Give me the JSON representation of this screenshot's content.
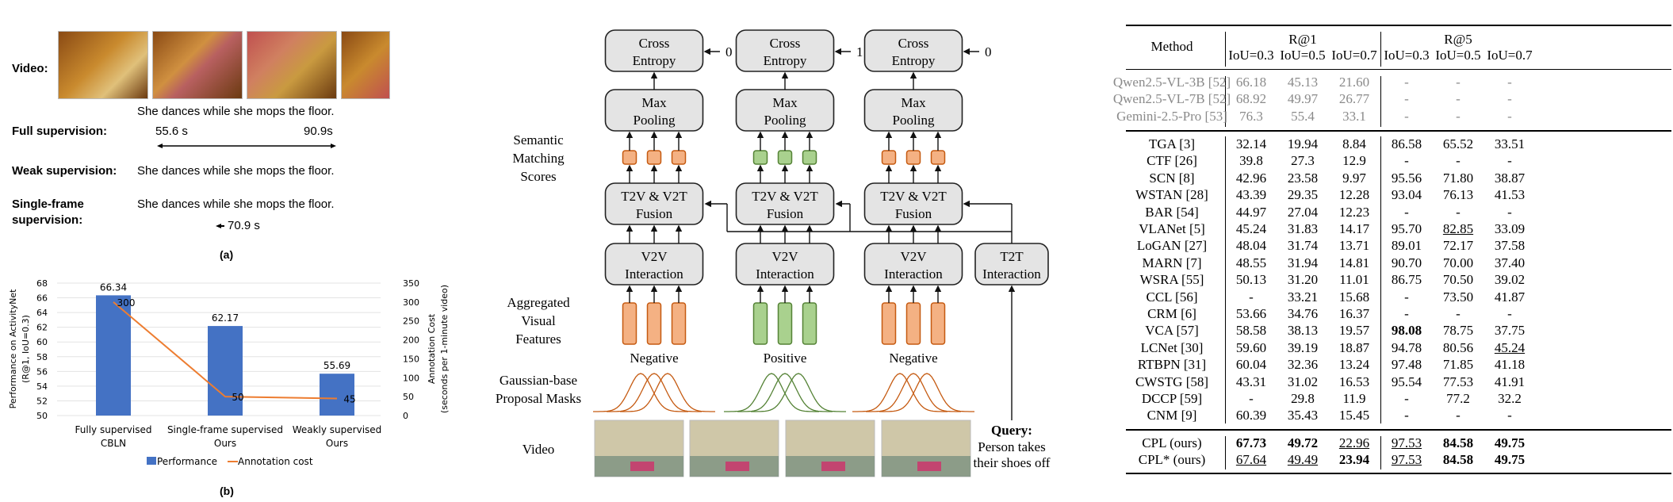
{
  "panel_a": {
    "video_label": "Video:",
    "caption": "She dances while she mops the floor.",
    "full_label": "Full supervision:",
    "full_start": "55.6 s",
    "full_end": "90.9s",
    "weak_label": "Weak supervision:",
    "weak_caption": "She dances while she mops the floor.",
    "single_label_1": "Single-frame",
    "single_label_2": "supervision:",
    "single_caption": "She dances while she mops the floor.",
    "single_time": "70.9 s",
    "sublabel": "(a)"
  },
  "panel_b": {
    "sublabel": "(b)"
  },
  "chart_data": {
    "type": "bar+line",
    "categories": [
      [
        "Fully supervised",
        "CBLN"
      ],
      [
        "Single-frame supervised",
        "Ours"
      ],
      [
        "Weakly supervised",
        "Ours"
      ]
    ],
    "series": [
      {
        "name": "Performance",
        "type": "bar",
        "axis": "left",
        "values": [
          66.34,
          62.17,
          55.69
        ],
        "labels": [
          "66.34",
          "62.17",
          "55.69"
        ],
        "color": "#4472c4"
      },
      {
        "name": "Annotation cost",
        "type": "line",
        "axis": "right",
        "values": [
          300,
          50,
          45
        ],
        "labels": [
          "300",
          "50",
          "45"
        ],
        "color": "#ed7d31"
      }
    ],
    "ylabel_left": [
      "Performance on ActivityNet",
      "(R@1, IoU=0.3)"
    ],
    "ylabel_right": [
      "Annotation Cost",
      "(seconds per 1-minute video)"
    ],
    "ylim_left": [
      50,
      68
    ],
    "yticks_left": [
      "50",
      "52",
      "54",
      "56",
      "58",
      "60",
      "62",
      "64",
      "66",
      "68"
    ],
    "ylim_right": [
      0,
      350
    ],
    "yticks_right": [
      "0",
      "50",
      "100",
      "150",
      "200",
      "250",
      "300",
      "350"
    ],
    "grid": true,
    "legend": "bottom"
  },
  "diagram": {
    "row_labels": {
      "semantic": [
        "Semantic",
        "Matching",
        "Scores"
      ],
      "aggregated": [
        "Aggregated",
        "Visual",
        "Features"
      ],
      "gaussian": [
        "Gaussian-base",
        "Proposal Masks"
      ],
      "video": "Video"
    },
    "columns": [
      {
        "ce": [
          "Cross",
          "Entropy"
        ],
        "target": "0",
        "mp": [
          "Max",
          "Pooling"
        ],
        "fusion": [
          "T2V & V2T",
          "Fusion"
        ],
        "v2v": [
          "V2V",
          "Interaction"
        ],
        "tag": "Negative",
        "fill": "#f4b183",
        "stroke": "#c55a11"
      },
      {
        "ce": [
          "Cross",
          "Entropy"
        ],
        "target": "1",
        "mp": [
          "Max",
          "Pooling"
        ],
        "fusion": [
          "T2V & V2T",
          "Fusion"
        ],
        "v2v": [
          "V2V",
          "Interaction"
        ],
        "tag": "Positive",
        "fill": "#a9d18e",
        "stroke": "#548235"
      },
      {
        "ce": [
          "Cross",
          "Entropy"
        ],
        "target": "0",
        "mp": [
          "Max",
          "Pooling"
        ],
        "fusion": [
          "T2V & V2T",
          "Fusion"
        ],
        "v2v": [
          "V2V",
          "Interaction"
        ],
        "tag": "Negative",
        "fill": "#f4b183",
        "stroke": "#c55a11"
      }
    ],
    "t2t": [
      "T2T",
      "Interaction"
    ],
    "query": {
      "label": "Query:",
      "lines": [
        "Person takes",
        "their shoes off"
      ]
    }
  },
  "table": {
    "method_header": "Method",
    "groups": [
      "R@1",
      "R@5"
    ],
    "subheaders": [
      "IoU=0.3",
      "IoU=0.5",
      "IoU=0.7",
      "IoU=0.3",
      "IoU=0.5",
      "IoU=0.7"
    ],
    "sections": [
      {
        "gray": true,
        "rows": [
          {
            "method": "Qwen2.5-VL-3B [52]",
            "values": [
              "66.18",
              "45.13",
              "21.60",
              "-",
              "-",
              "-"
            ]
          },
          {
            "method": "Qwen2.5-VL-7B [52]",
            "values": [
              "68.92",
              "49.97",
              "26.77",
              "-",
              "-",
              "-"
            ]
          },
          {
            "method": "Gemini-2.5-Pro [53]",
            "values": [
              "76.3",
              "55.4",
              "33.1",
              "-",
              "-",
              "-"
            ]
          }
        ]
      },
      {
        "gray": false,
        "rows": [
          {
            "method": "TGA  [3]",
            "values": [
              "32.14",
              "19.94",
              "8.84",
              "86.58",
              "65.52",
              "33.51"
            ]
          },
          {
            "method": "CTF  [26]",
            "values": [
              "39.8",
              "27.3",
              "12.9",
              "-",
              "-",
              "-"
            ]
          },
          {
            "method": "SCN  [8]",
            "values": [
              "42.96",
              "23.58",
              "9.97",
              "95.56",
              "71.80",
              "38.87"
            ]
          },
          {
            "method": "WSTAN  [28]",
            "values": [
              "43.39",
              "29.35",
              "12.28",
              "93.04",
              "76.13",
              "41.53"
            ]
          },
          {
            "method": "BAR  [54]",
            "values": [
              "44.97",
              "27.04",
              "12.23",
              "-",
              "-",
              "-"
            ]
          },
          {
            "method": "VLANet [5]",
            "values": [
              "45.24",
              "31.83",
              "14.17",
              "95.70",
              "82.85",
              "33.09"
            ],
            "style": [
              "",
              "",
              "",
              "",
              "u",
              ""
            ]
          },
          {
            "method": "LoGAN  [27]",
            "values": [
              "48.04",
              "31.74",
              "13.71",
              "89.01",
              "72.17",
              "37.58"
            ]
          },
          {
            "method": "MARN  [7]",
            "values": [
              "48.55",
              "31.94",
              "14.81",
              "90.70",
              "70.00",
              "37.40"
            ]
          },
          {
            "method": "WSRA  [55]",
            "values": [
              "50.13",
              "31.20",
              "11.01",
              "86.75",
              "70.50",
              "39.02"
            ]
          },
          {
            "method": "CCL  [56]",
            "values": [
              "-",
              "33.21",
              "15.68",
              "-",
              "73.50",
              "41.87"
            ]
          },
          {
            "method": "CRM  [6]",
            "values": [
              "53.66",
              "34.76",
              "16.37",
              "-",
              "-",
              "-"
            ]
          },
          {
            "method": "VCA  [57]",
            "values": [
              "58.58",
              "38.13",
              "19.57",
              "98.08",
              "78.75",
              "37.75"
            ],
            "style": [
              "",
              "",
              "",
              "b",
              "",
              ""
            ]
          },
          {
            "method": "LCNet  [30]",
            "values": [
              "59.60",
              "39.19",
              "18.87",
              "94.78",
              "80.56",
              "45.24"
            ],
            "style": [
              "",
              "",
              "",
              "",
              "",
              "u"
            ]
          },
          {
            "method": "RTBPN  [31]",
            "values": [
              "60.04",
              "32.36",
              "13.24",
              "97.48",
              "71.85",
              "41.18"
            ]
          },
          {
            "method": "CWSTG [58]",
            "values": [
              "43.31",
              "31.02",
              "16.53",
              "95.54",
              "77.53",
              "41.91"
            ]
          },
          {
            "method": "DCCP [59]",
            "values": [
              "-",
              "29.8",
              "11.9",
              "-",
              "77.2",
              "32.2"
            ]
          },
          {
            "method": "CNM  [9]",
            "values": [
              "60.39",
              "35.43",
              "15.45",
              "-",
              "-",
              "-"
            ]
          }
        ]
      },
      {
        "gray": false,
        "rows": [
          {
            "method": "CPL (ours)",
            "values": [
              "67.73",
              "49.72",
              "22.96",
              "97.53",
              "84.58",
              "49.75"
            ],
            "style": [
              "b",
              "b",
              "u",
              "u",
              "b",
              "b"
            ]
          },
          {
            "method": "CPL* (ours)",
            "values": [
              "67.64",
              "49.49",
              "23.94",
              "97.53",
              "84.58",
              "49.75"
            ],
            "style": [
              "u",
              "u",
              "b",
              "u",
              "b",
              "b"
            ]
          }
        ]
      }
    ]
  }
}
